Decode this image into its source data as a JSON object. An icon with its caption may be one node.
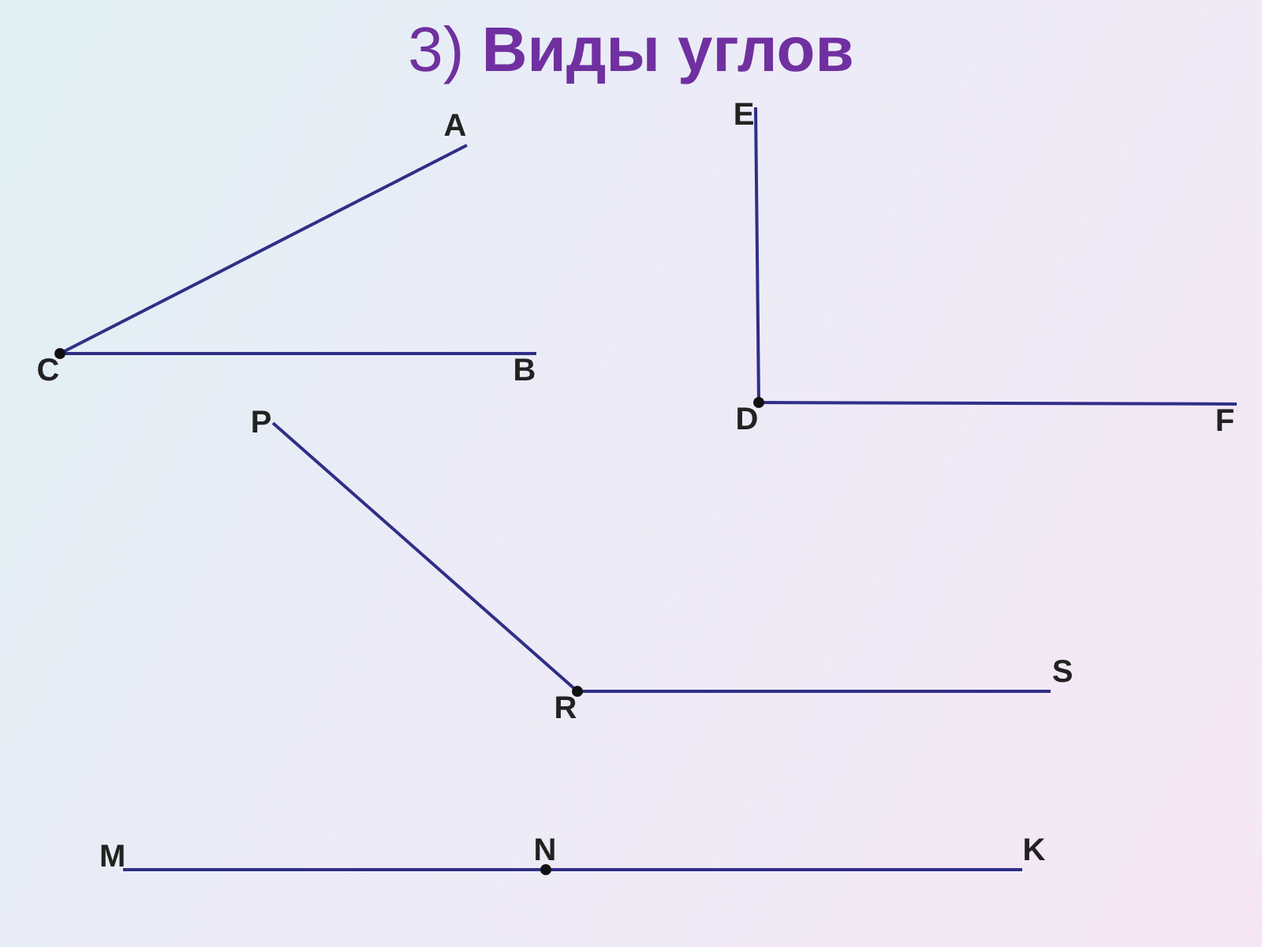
{
  "diagram": {
    "title": "3) **Виды углов**",
    "nodes": [
      {
        "text": [
          "A"
        ]
      },
      {
        "text": [
          "C"
        ]
      },
      {
        "text": [
          "B"
        ]
      },
      {
        "text": [
          "E"
        ]
      },
      {
        "text": [
          "D"
        ]
      },
      {
        "text": [
          "F"
        ]
      },
      {
        "text": [
          "P"
        ]
      },
      {
        "text": [
          "R"
        ]
      },
      {
        "text": [
          "S"
        ]
      },
      {
        "text": [
          "M"
        ]
      },
      {
        "text": [
          "N"
        ]
      },
      {
        "text": [
          "K"
        ]
      }
    ],
    "edges": [
      {
        "from": 1,
        "to": 0,
        "arrow": "none"
      },
      {
        "from": 1,
        "to": 2,
        "arrow": "none"
      },
      {
        "from": 4,
        "to": 3,
        "arrow": "none"
      },
      {
        "from": 4,
        "to": 5,
        "arrow": "none"
      },
      {
        "from": 7,
        "to": 6,
        "arrow": "none"
      },
      {
        "from": 7,
        "to": 8,
        "arrow": "none"
      },
      {
        "from": 10,
        "to": 9,
        "arrow": "none"
      },
      {
        "from": 10,
        "to": 11,
        "arrow": "none"
      }
    ]
  }
}
